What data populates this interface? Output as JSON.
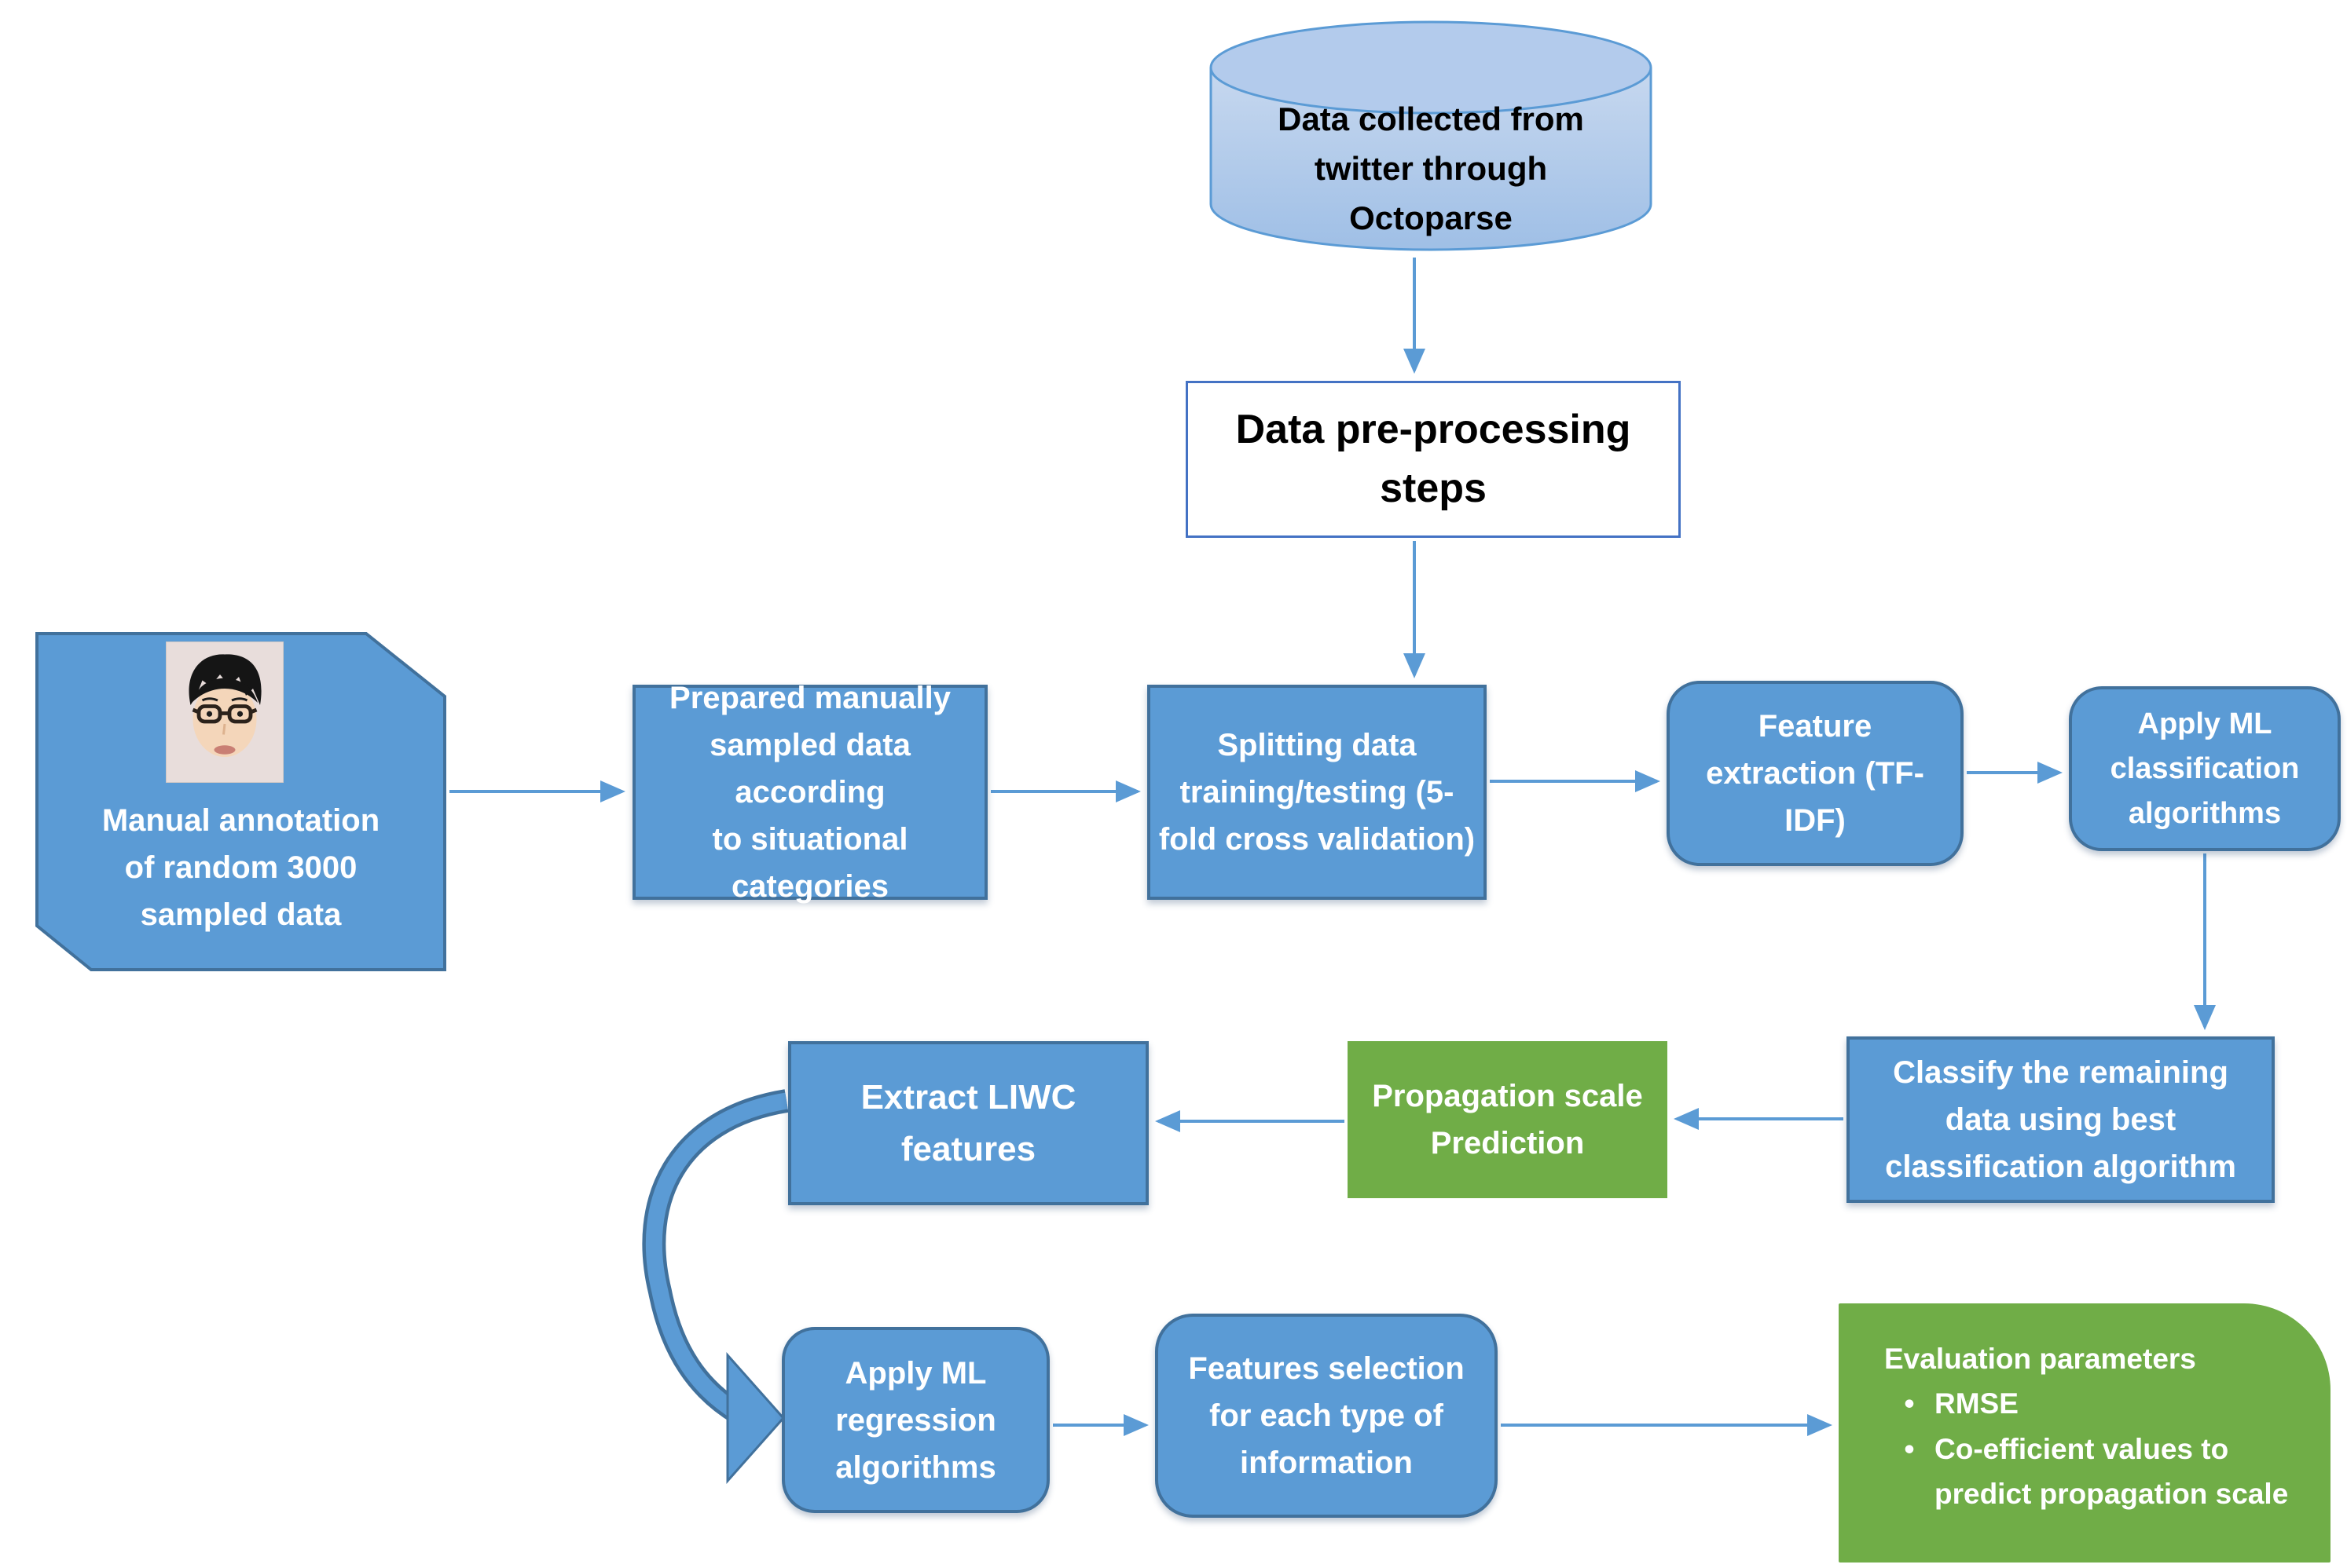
{
  "diagram": {
    "type": "flowchart",
    "colors": {
      "node_blue": "#5B9BD5",
      "node_blue_border": "#41719C",
      "node_green": "#70AD47",
      "cylinder_fill_top": "#B3CBEC",
      "cylinder_fill_body": "#A9C4E8",
      "white_box_border": "#4472C4",
      "arrow": "#5B9BD5",
      "text_on_blue": "#FFFFFF",
      "text_on_light": "#000000"
    },
    "nodes": {
      "data_source": {
        "label": "Data collected from\ntwitter through\nOctoparse",
        "shape": "cylinder"
      },
      "preprocessing": {
        "label": "Data pre-processing\nsteps",
        "shape": "rectangle-white"
      },
      "manual_annotation": {
        "label": "Manual annotation\nof random 3000\nsampled data",
        "shape": "snip-corner-rectangle",
        "icon": "person-avatar"
      },
      "prepared_data": {
        "label": "Prepared manually\nsampled data according\nto situational categories",
        "shape": "rectangle-blue"
      },
      "splitting": {
        "label": "Splitting data\ntraining/testing (5-\nfold cross validation)",
        "shape": "rectangle-blue"
      },
      "feature_extraction": {
        "label": "Feature\nextraction (TF-\nIDF)",
        "shape": "rounded-rectangle-blue"
      },
      "apply_classification": {
        "label": "Apply ML\nclassification\nalgorithms",
        "shape": "rounded-rectangle-blue"
      },
      "classify_remaining": {
        "label": "Classify the remaining\ndata using best\nclassification algorithm",
        "shape": "rectangle-blue"
      },
      "propagation_prediction": {
        "label": "Propagation scale\nPrediction",
        "shape": "rectangle-green"
      },
      "extract_liwc": {
        "label": "Extract LIWC\nfeatures",
        "shape": "rectangle-blue"
      },
      "apply_regression": {
        "label": "Apply ML\nregression\nalgorithms",
        "shape": "rounded-rectangle-blue"
      },
      "feature_selection": {
        "label": "Features selection\nfor each type of\ninformation",
        "shape": "rounded-rectangle-blue"
      },
      "evaluation": {
        "heading": "Evaluation parameters",
        "bullet_char": "•",
        "bullets": [
          "RMSE",
          "Co-efficient values to\npredict propagation scale"
        ],
        "shape": "round-corner-rectangle-green"
      }
    },
    "edges": [
      {
        "from": "data_source",
        "to": "preprocessing"
      },
      {
        "from": "preprocessing",
        "to": "splitting"
      },
      {
        "from": "manual_annotation",
        "to": "prepared_data"
      },
      {
        "from": "prepared_data",
        "to": "splitting"
      },
      {
        "from": "splitting",
        "to": "feature_extraction"
      },
      {
        "from": "feature_extraction",
        "to": "apply_classification"
      },
      {
        "from": "apply_classification",
        "to": "classify_remaining"
      },
      {
        "from": "classify_remaining",
        "to": "propagation_prediction"
      },
      {
        "from": "propagation_prediction",
        "to": "extract_liwc"
      },
      {
        "from": "extract_liwc",
        "to": "apply_regression",
        "style": "thick-curved"
      },
      {
        "from": "apply_regression",
        "to": "feature_selection"
      },
      {
        "from": "feature_selection",
        "to": "evaluation"
      }
    ]
  }
}
